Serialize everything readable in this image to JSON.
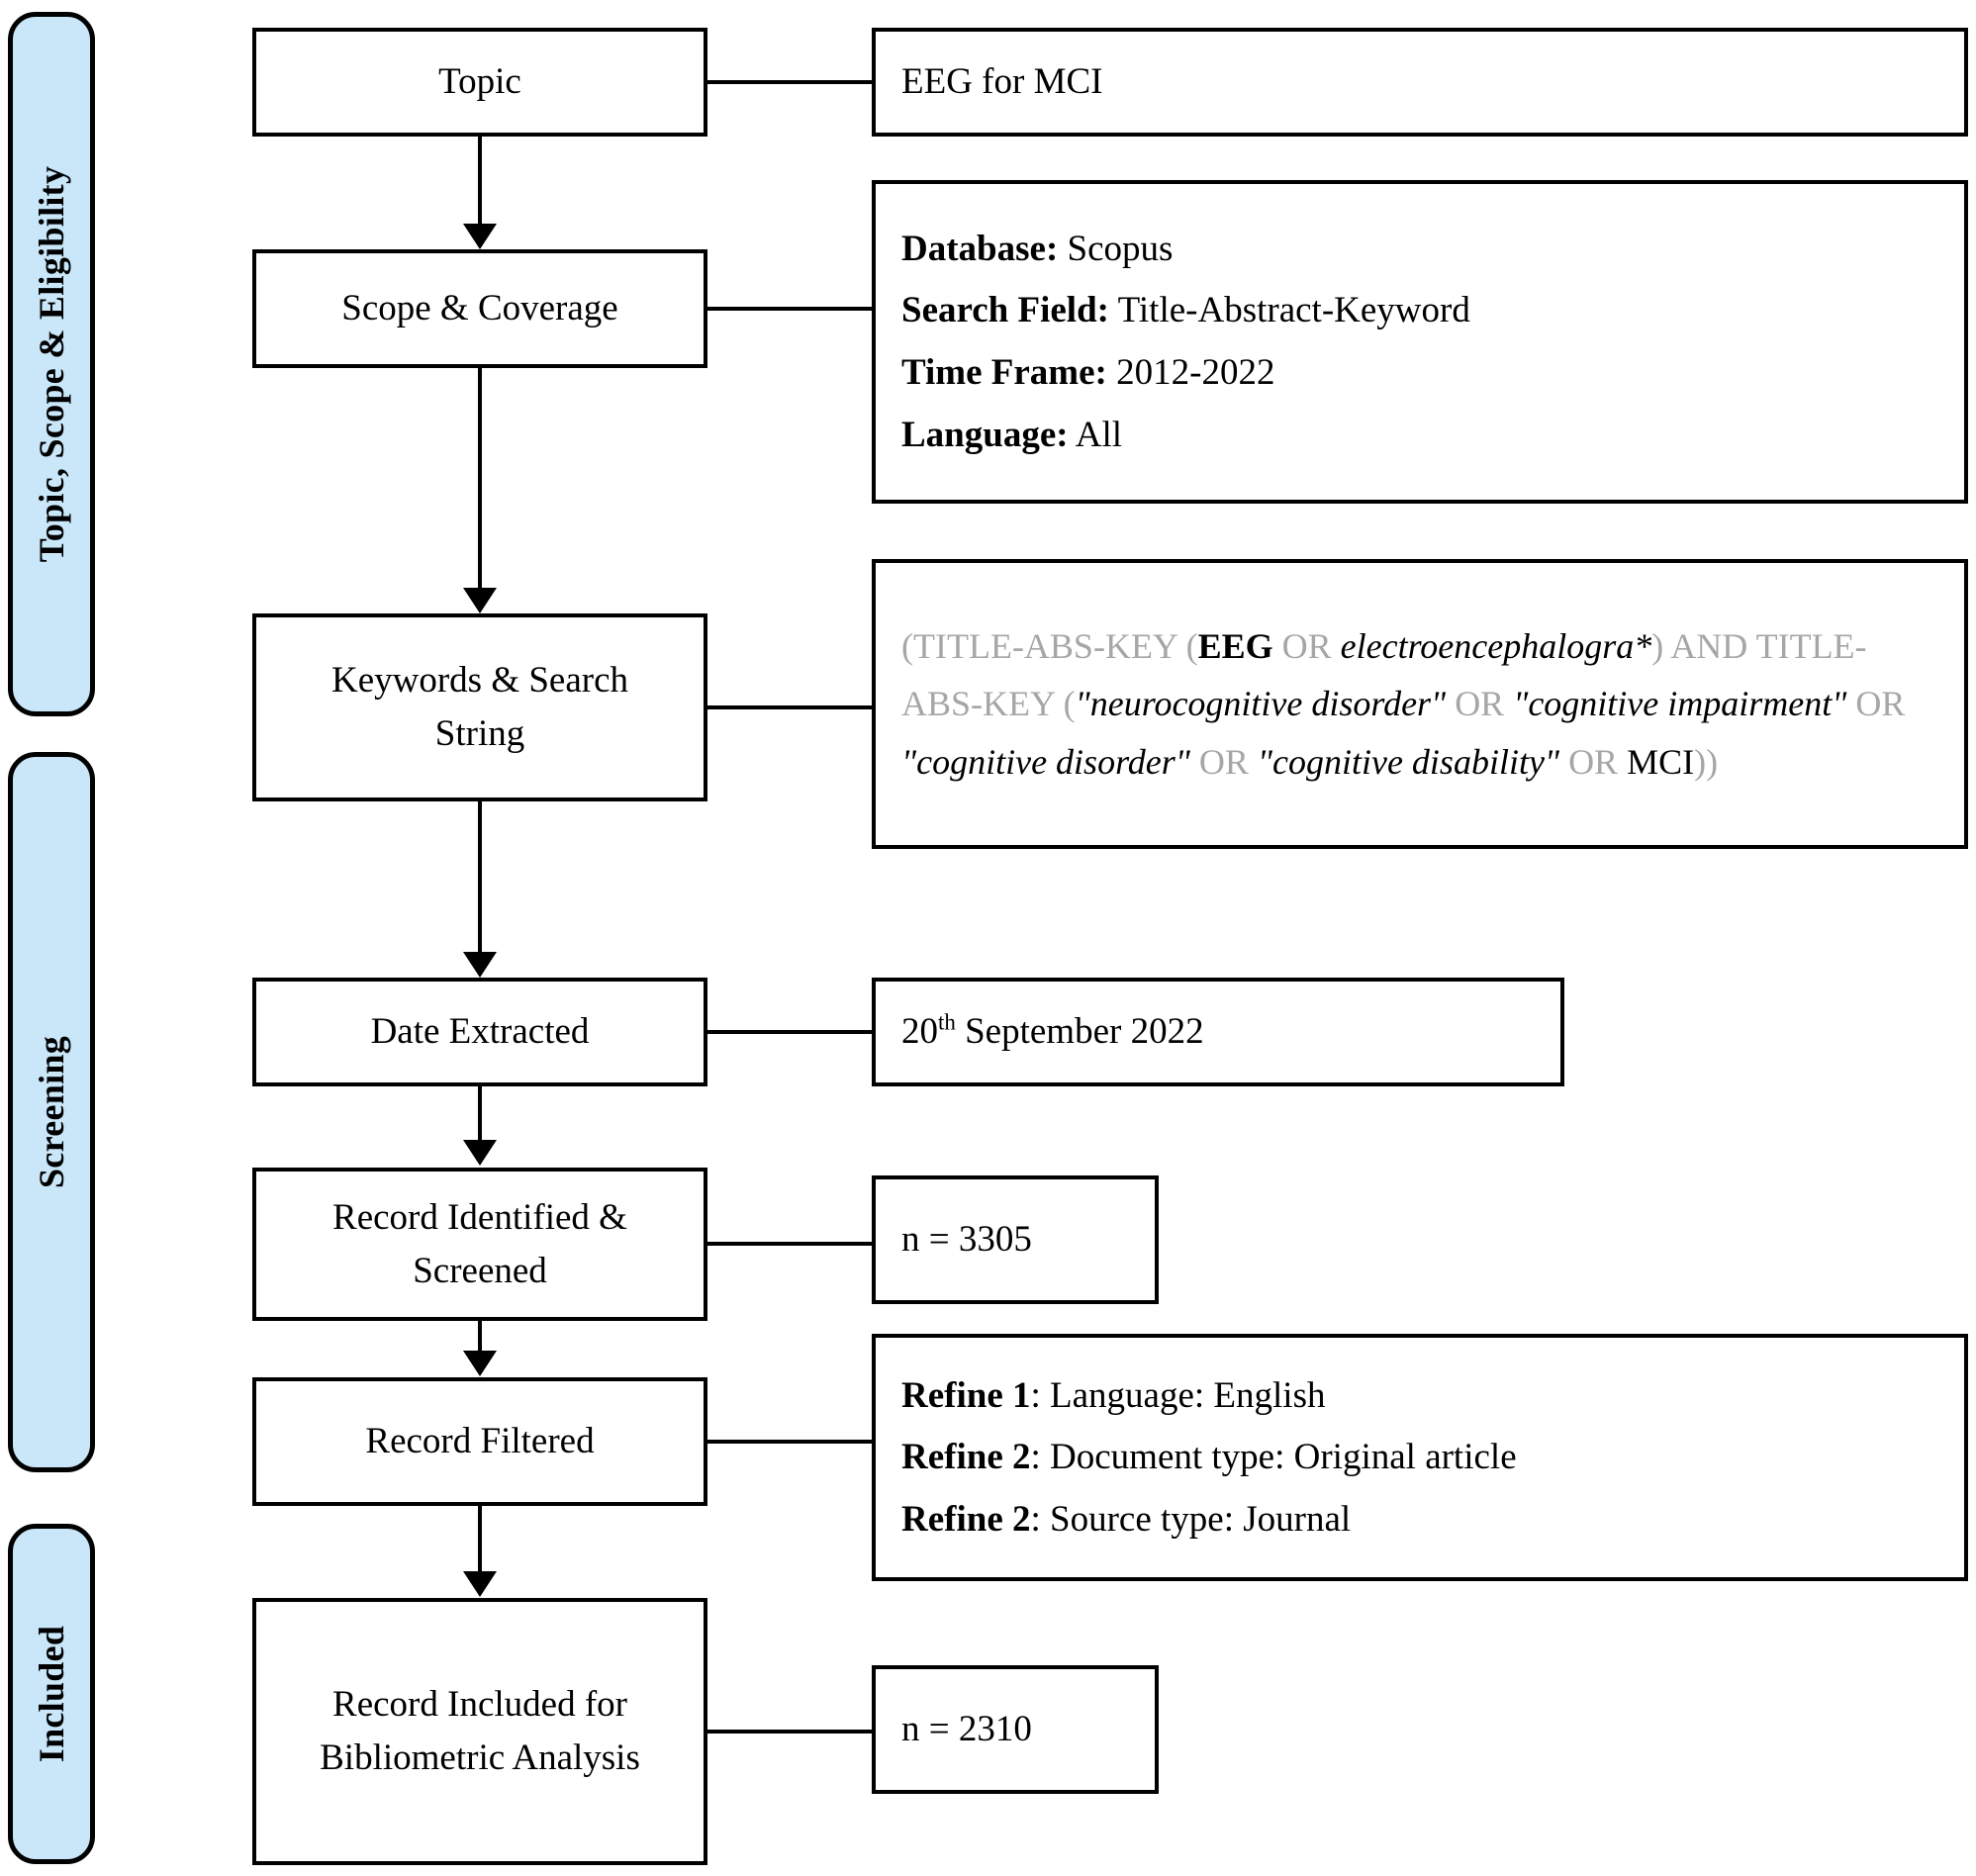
{
  "phases": [
    {
      "label": "Topic, Scope & Eligibility"
    },
    {
      "label": "Screening"
    },
    {
      "label": "Included"
    }
  ],
  "steps": [
    {
      "label": "Topic"
    },
    {
      "label": "Scope & Coverage"
    },
    {
      "label": "Keywords & Search\nString"
    },
    {
      "label": "Date Extracted"
    },
    {
      "label": "Record Identified &\nScreened"
    },
    {
      "label": "Record Filtered"
    },
    {
      "label": "Record Included for\nBibliometric Analysis"
    }
  ],
  "step_labels": {
    "topic": "Topic",
    "scope": "Scope & Coverage",
    "keywords_l1": "Keywords & Search",
    "keywords_l2": "String",
    "date_extracted": "Date Extracted",
    "record_identified_l1": "Record Identified &",
    "record_identified_l2": "Screened",
    "record_filtered": "Record Filtered",
    "record_included_l1": "Record Included for",
    "record_included_l2": "Bibliometric Analysis"
  },
  "details": {
    "topic_value": "EEG for MCI",
    "scope": [
      {
        "key": "Database:",
        "value": "Scopus"
      },
      {
        "key": "Search Field:",
        "value": "Title-Abstract-Keyword"
      },
      {
        "key": "Time Frame:",
        "value": "2012-2022"
      },
      {
        "key": "Language:",
        "value": "All"
      }
    ],
    "search_string_plain": "(TITLE-ABS-KEY (EEG OR electroencephalogra*) AND TITLE-ABS-KEY (\"neurocognitive disorder\" OR \"cognitive impairment\" OR \"cognitive disorder\" OR \"cognitive disability\" OR MCI))",
    "search_string_tokens": [
      {
        "t": "(TITLE-ABS-KEY",
        "s": "q"
      },
      {
        "t": " ",
        "s": "q"
      },
      {
        "t": "(",
        "s": "q"
      },
      {
        "t": "EEG",
        "s": "qb"
      },
      {
        "t": " ",
        "s": "q"
      },
      {
        "t": "OR",
        "s": "q"
      },
      {
        "t": " ",
        "s": "q"
      },
      {
        "t": "electroencephalogra*",
        "s": "qi"
      },
      {
        "t": ")",
        "s": "q"
      },
      {
        "t": " ",
        "s": "q"
      },
      {
        "t": "AND",
        "s": "q"
      },
      {
        "t": " ",
        "s": "q"
      },
      {
        "t": "TITLE-ABS-KEY",
        "s": "q"
      },
      {
        "t": " ",
        "s": "q"
      },
      {
        "t": "(",
        "s": "q"
      },
      {
        "t": "\"neurocognitive disorder\"",
        "s": "qi"
      },
      {
        "t": " ",
        "s": "q"
      },
      {
        "t": "OR",
        "s": "q"
      },
      {
        "t": " ",
        "s": "q"
      },
      {
        "t": "\"cognitive impairment\"",
        "s": "qi"
      },
      {
        "t": " ",
        "s": "q"
      },
      {
        "t": "OR",
        "s": "q"
      },
      {
        "t": " ",
        "s": "q"
      },
      {
        "t": "\"cognitive disorder\"",
        "s": "qi"
      },
      {
        "t": " ",
        "s": "q"
      },
      {
        "t": "OR",
        "s": "q"
      },
      {
        "t": " ",
        "s": "q"
      },
      {
        "t": "\"cognitive disability\"",
        "s": "qi"
      },
      {
        "t": " ",
        "s": "q"
      },
      {
        "t": "OR",
        "s": "q"
      },
      {
        "t": " ",
        "s": "q"
      },
      {
        "t": "MCI",
        "s": "qn"
      },
      {
        "t": "))",
        "s": "q"
      }
    ],
    "date_value_num": "20",
    "date_value_sup": "th",
    "date_value_rest": " September 2022",
    "record_identified_count": "n = 3305",
    "refine": [
      {
        "key": "Refine 1",
        "sep": ": ",
        "value": "Language: English"
      },
      {
        "key": "Refine 2",
        "sep": ": ",
        "value": "Document type: Original article"
      },
      {
        "key": "Refine 2",
        "sep": ": ",
        "value": "Source type: Journal"
      }
    ],
    "record_included_count": "n = 2310"
  },
  "colors": {
    "phase_fill": "#c9e7f9",
    "stroke": "#000000",
    "query_gray": "#a6a6a6",
    "page_bg": "#ffffff"
  }
}
